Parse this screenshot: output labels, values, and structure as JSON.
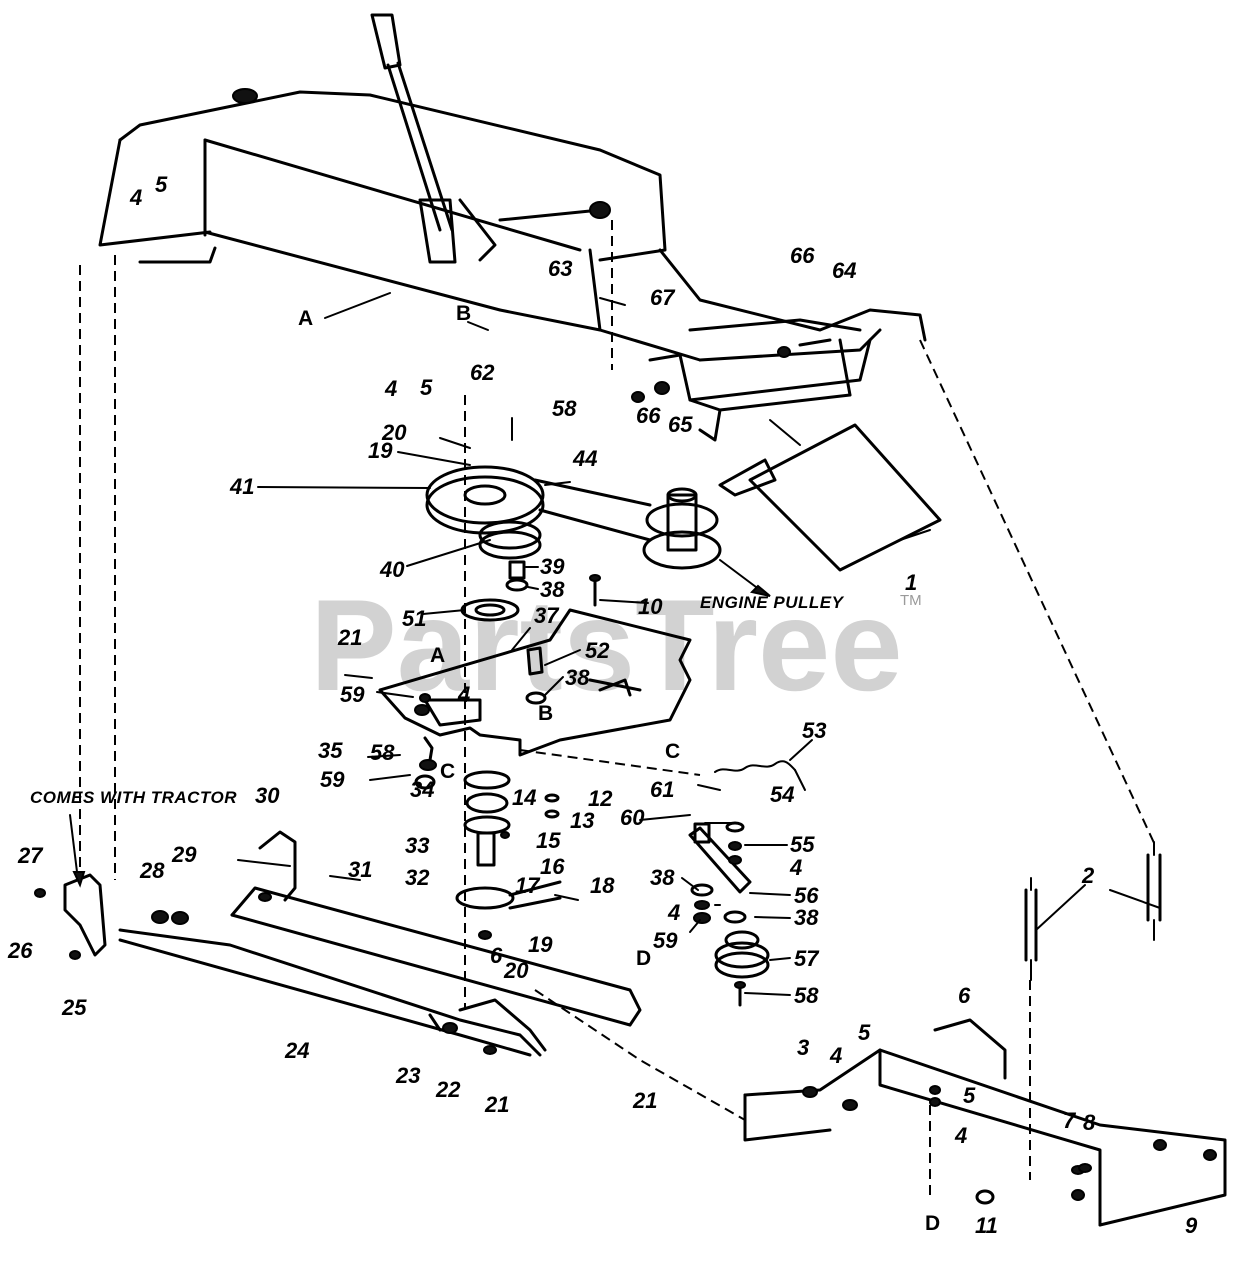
{
  "watermark": {
    "text": "PartsTree",
    "trademark": "TM"
  },
  "notes": {
    "engine_pulley": "ENGINE PULLEY",
    "comes_with_tractor": "COMES WITH TRACTOR"
  },
  "reference_letters": [
    "A",
    "B",
    "A",
    "B",
    "C",
    "C",
    "D",
    "D"
  ],
  "callouts": [
    "4",
    "5",
    "63",
    "67",
    "66",
    "64",
    "A",
    "B",
    "4",
    "5",
    "62",
    "66",
    "65",
    "58",
    "20",
    "19",
    "44",
    "41",
    "40",
    "39",
    "38",
    "10",
    "51",
    "37",
    "52",
    "38",
    "21",
    "59",
    "4",
    "35",
    "58",
    "59",
    "34",
    "14",
    "12",
    "13",
    "15",
    "16",
    "33",
    "17",
    "32",
    "18",
    "19",
    "20",
    "61",
    "60",
    "54",
    "55",
    "4",
    "38",
    "56",
    "4",
    "38",
    "59",
    "57",
    "58",
    "53",
    "30",
    "31",
    "28",
    "29",
    "27",
    "26",
    "25",
    "24",
    "23",
    "22",
    "21",
    "6",
    "21",
    "3",
    "4",
    "5",
    "5",
    "4",
    "6",
    "7",
    "8",
    "2",
    "11",
    "9",
    "1"
  ]
}
